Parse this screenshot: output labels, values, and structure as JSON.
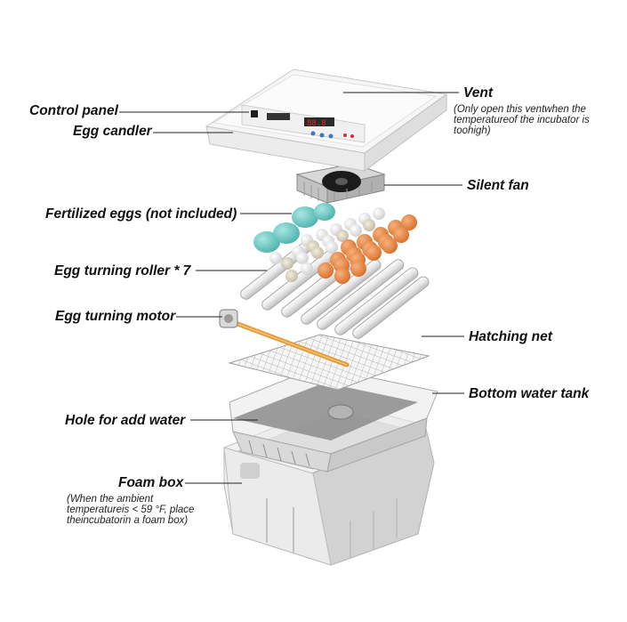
{
  "labels": {
    "control_panel": "Control panel",
    "egg_candler": "Egg candler",
    "vent": "Vent",
    "vent_note_1": "(Only open this ventwhen the",
    "vent_note_2": "temperatureof the incubator is",
    "vent_note_3": "toohigh)",
    "silent_fan": "Silent fan",
    "fertilized_eggs": "Fertilized eggs (not included)",
    "egg_turning_roller": "Egg turning roller * 7",
    "egg_turning_motor": "Egg turning motor",
    "hatching_net": "Hatching net",
    "bottom_water_tank": "Bottom water tank",
    "hole_for_add_water": "Hole for add water",
    "foam_box": "Foam box",
    "foam_note_1": "(When the ambient",
    "foam_note_2": "temperatureis < 59 °F, place",
    "foam_note_3": "theincubatorin a foam box)"
  },
  "colors": {
    "lid": "#f4f4f4",
    "display_red": "#e0292f",
    "egg_orange": "#e9894a",
    "egg_teal": "#76cdc8",
    "egg_white": "#ececec",
    "motor_rod": "#e39a35",
    "foam": "#d8d8d8",
    "tank": "#8a8a8a"
  }
}
